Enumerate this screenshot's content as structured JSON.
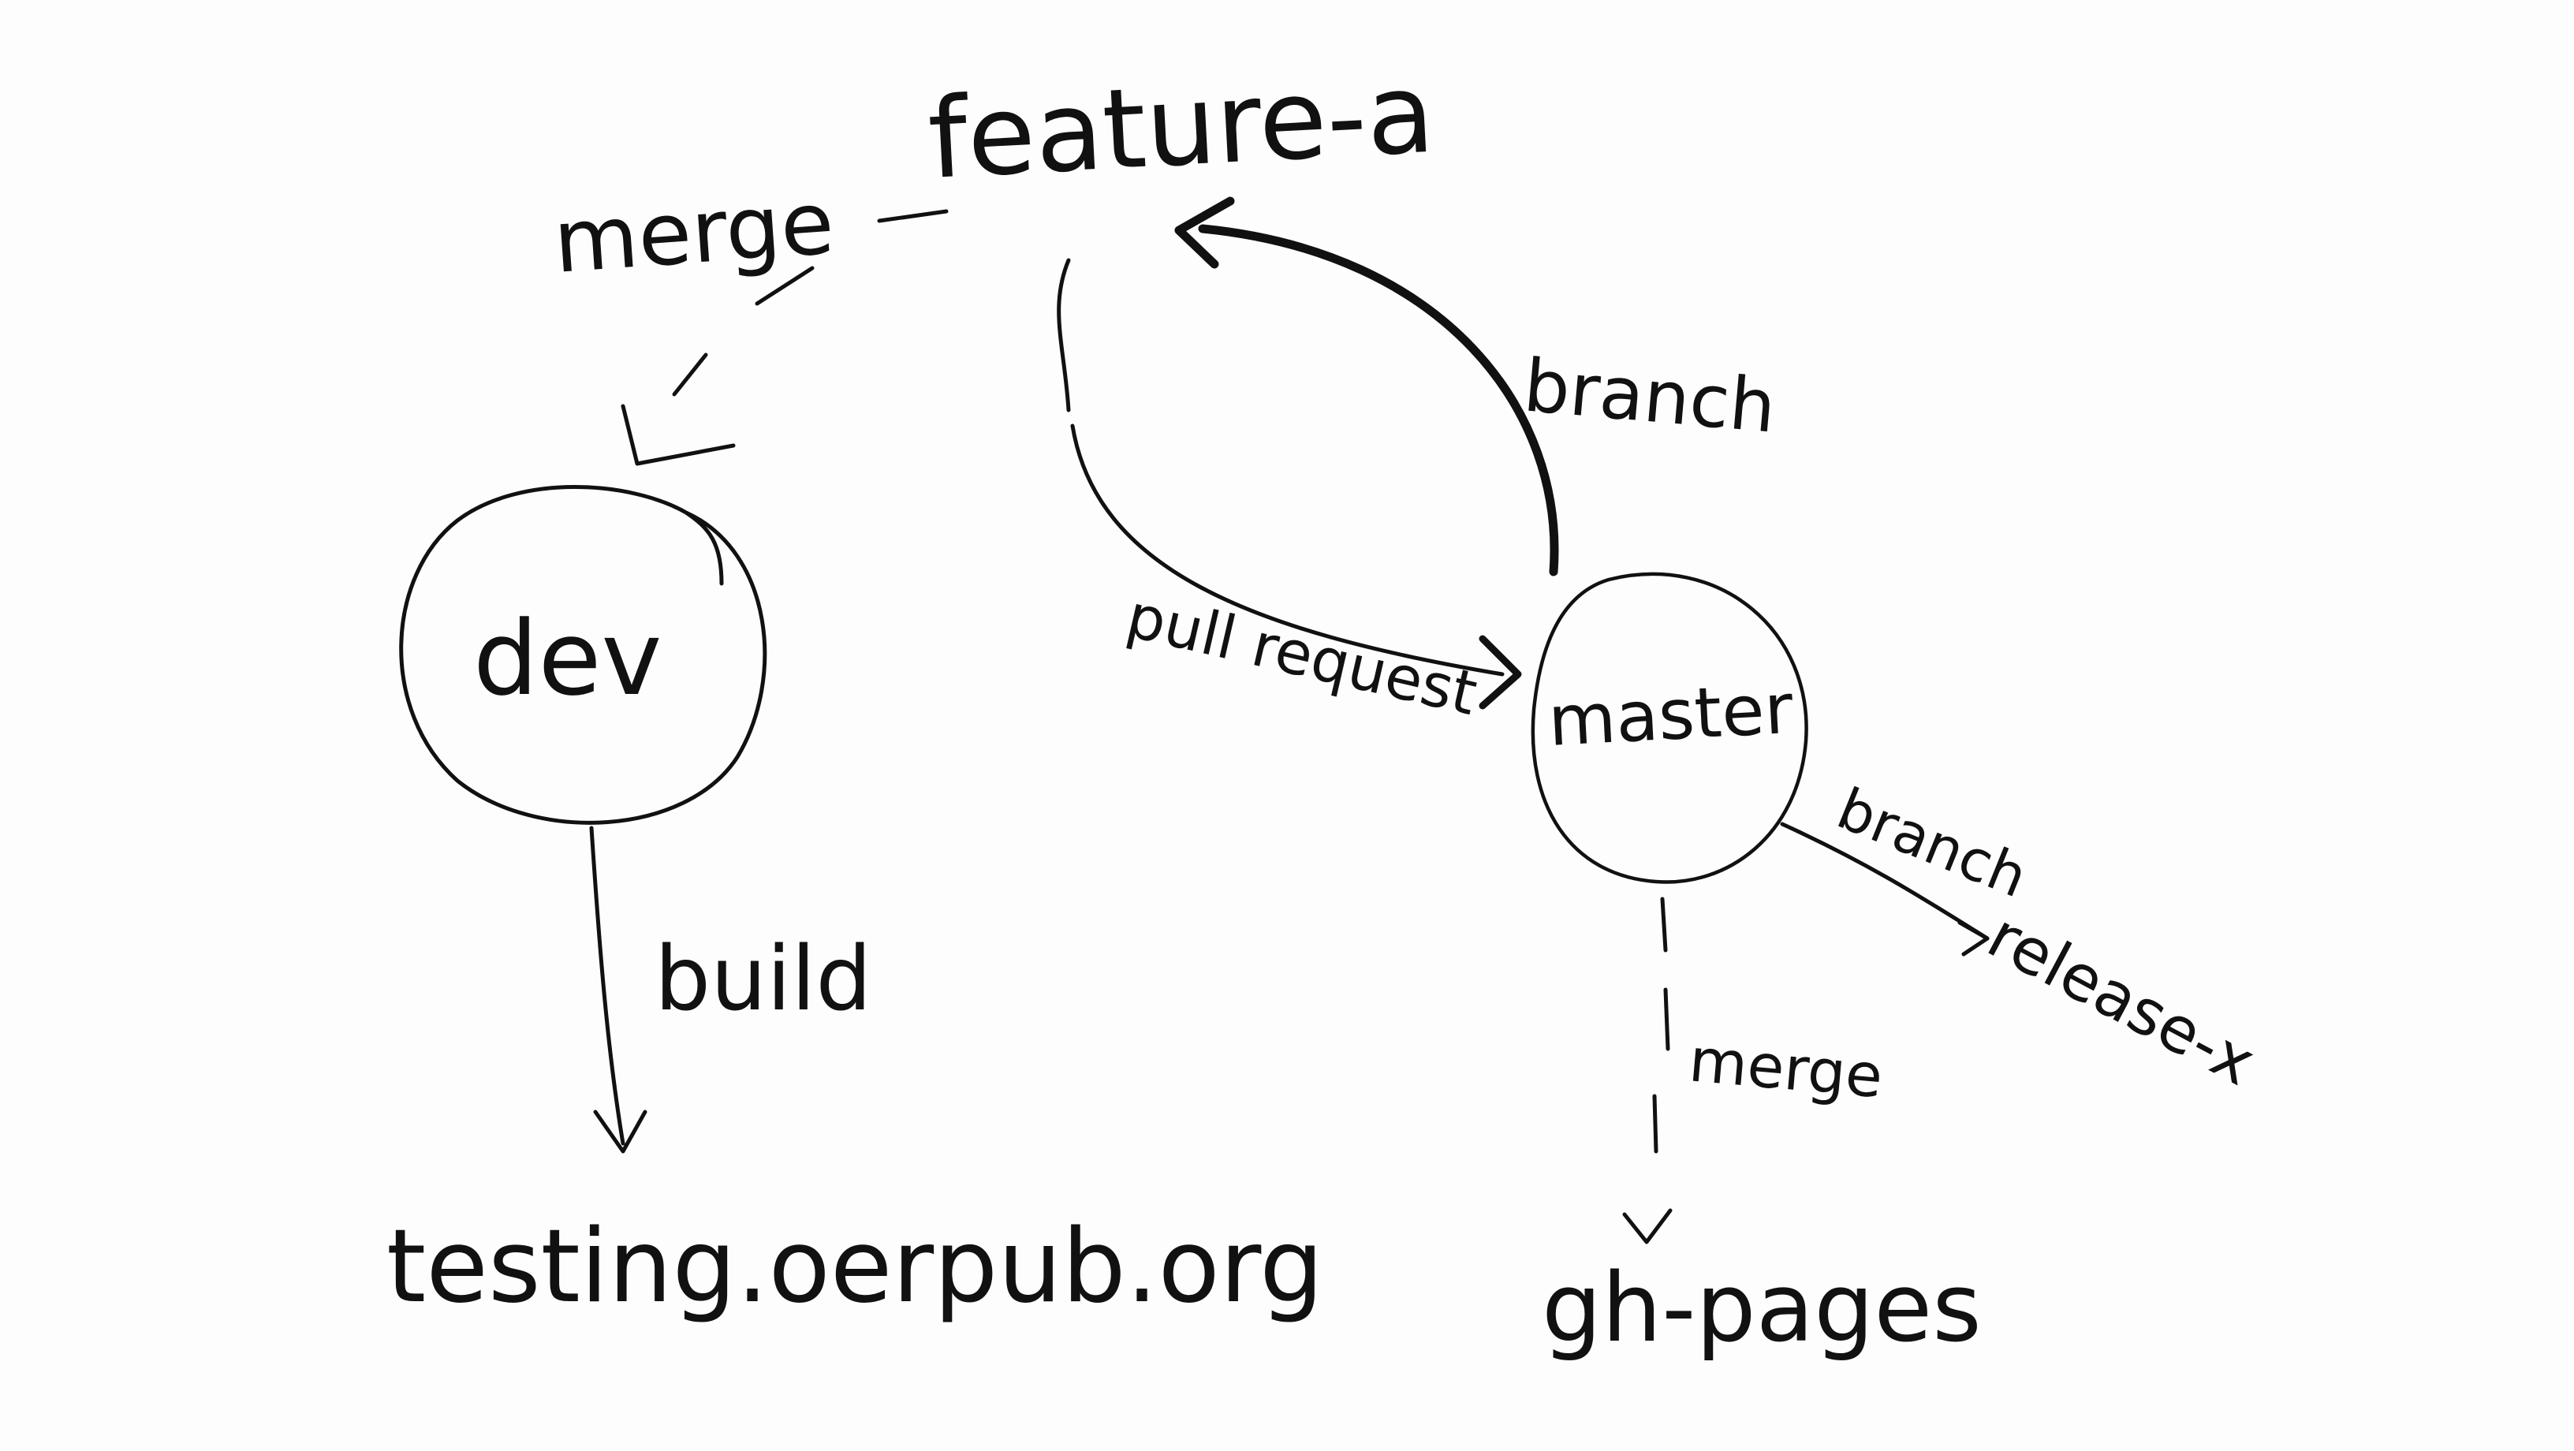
{
  "nodes": {
    "feature": {
      "label": "feature-a"
    },
    "dev": {
      "label": "dev"
    },
    "master": {
      "label": "master"
    },
    "testing": {
      "label": "testing.oerpub.org"
    },
    "gh_pages": {
      "label": "gh-pages"
    },
    "release": {
      "label": "release-x"
    }
  },
  "edges": {
    "feature_to_dev": {
      "label": "merge",
      "style": "dashed"
    },
    "master_to_feature": {
      "label": "branch",
      "style": "solid"
    },
    "feature_to_master": {
      "label": "pull request",
      "style": "solid"
    },
    "dev_to_testing": {
      "label": "build",
      "style": "solid"
    },
    "master_to_gh_pages": {
      "label": "merge",
      "style": "dashed"
    },
    "master_to_release": {
      "label": "branch",
      "style": "solid"
    }
  },
  "colors": {
    "ink": "#111111",
    "background": "#fdfdfd"
  }
}
